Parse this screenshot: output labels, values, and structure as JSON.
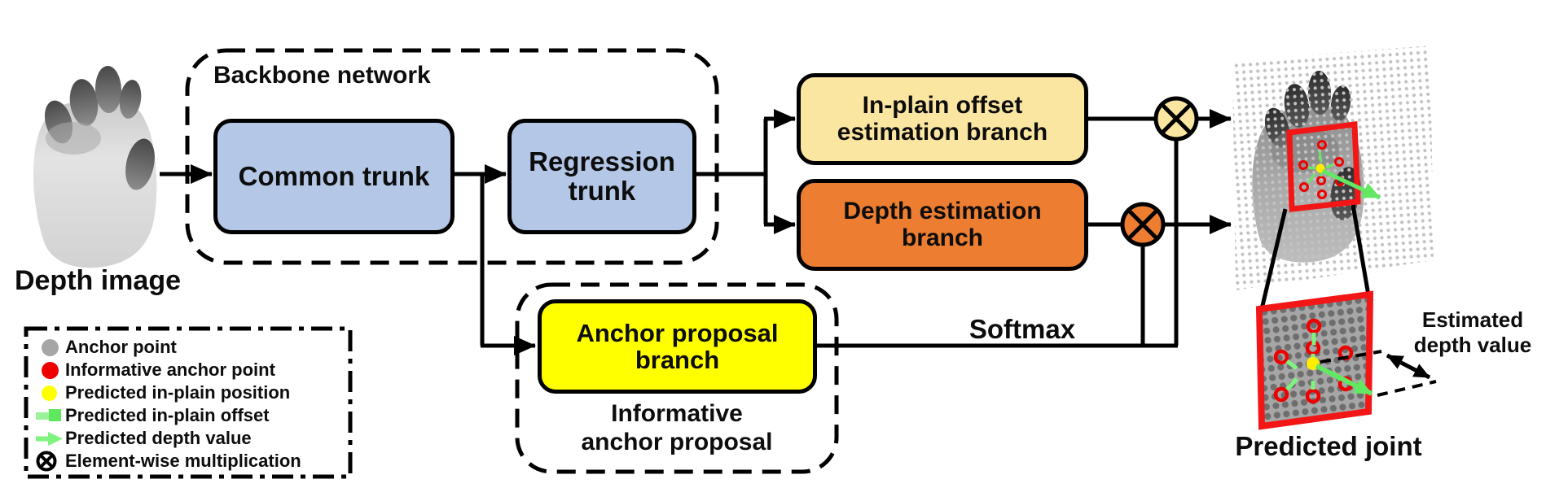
{
  "figure": {
    "depth_image_label": "Depth image",
    "backbone": {
      "title": "Backbone network",
      "common_trunk": "Common trunk",
      "regression_trunk": "Regression\ntrunk"
    },
    "branches": {
      "inplain_offset": "In-plain offset\nestimation branch",
      "depth_estimation": "Depth estimation\nbranch",
      "anchor_proposal": "Anchor proposal\nbranch",
      "informative_caption": "Informative\nanchor proposal",
      "softmax_label": "Softmax"
    },
    "output": {
      "estimated_depth_label": "Estimated\ndepth value",
      "predicted_joint_label": "Predicted joint"
    },
    "legend": {
      "items": [
        {
          "icon": "anchor-point-icon",
          "label": "Anchor point",
          "color": "#a6a6a6"
        },
        {
          "icon": "informative-anchor-point-icon",
          "label": "Informative anchor point",
          "color": "#ee0000"
        },
        {
          "icon": "predicted-in-plain-position-icon",
          "label": "Predicted in-plain position",
          "color": "#ffff00"
        },
        {
          "icon": "predicted-in-plain-offset-icon",
          "label": "Predicted in-plain offset",
          "color": "#7ef47e"
        },
        {
          "icon": "predicted-depth-value-icon",
          "label": "Predicted depth value",
          "color": "#7ef47e"
        },
        {
          "icon": "element-wise-multiplication-icon",
          "label": "Element-wise multiplication",
          "color": "#000000"
        }
      ]
    },
    "colors": {
      "trunk_fill": "#b4c7e7",
      "inplain_fill": "#fae6a1",
      "depth_fill": "#ed7d31",
      "anchor_fill": "#ffff00",
      "informative_red": "#ee0000",
      "position_yellow": "#ffff00",
      "offset_green": "#7ef47e",
      "anchor_gray": "#a6a6a6",
      "outline_black": "#000000"
    }
  }
}
